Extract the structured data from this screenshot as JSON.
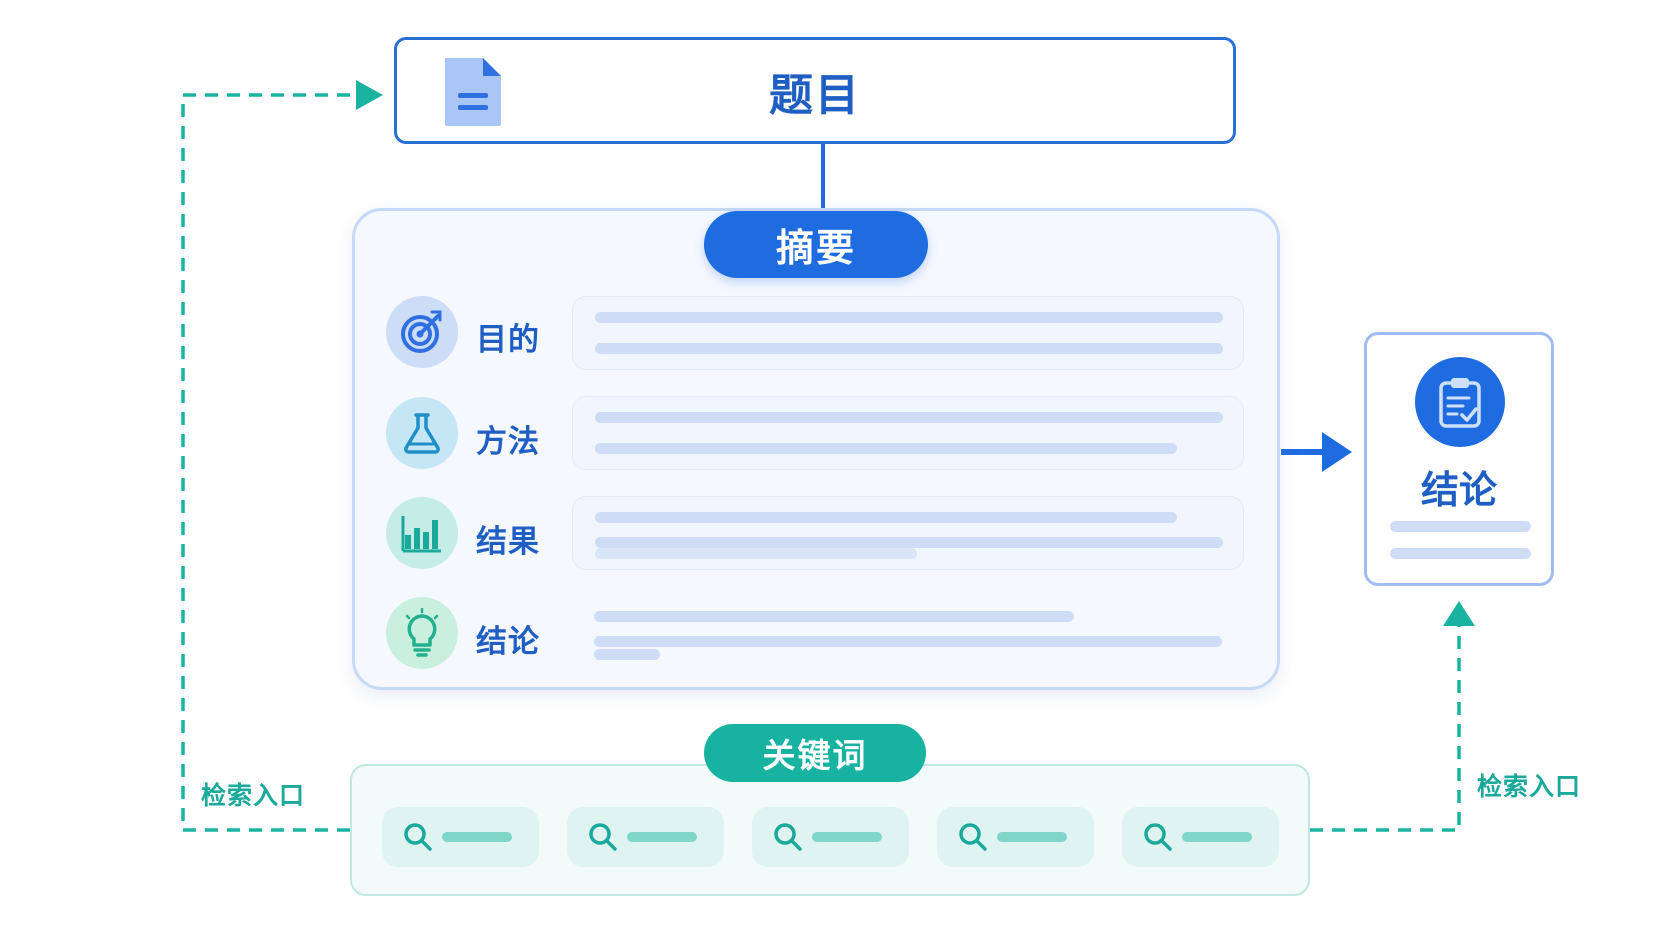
{
  "title": {
    "text": "题目",
    "icon": "document-icon"
  },
  "abstract": {
    "label": "摘要",
    "rows": [
      {
        "label": "目的",
        "icon": "target-icon"
      },
      {
        "label": "方法",
        "icon": "flask-icon"
      },
      {
        "label": "结果",
        "icon": "bar-chart-icon"
      },
      {
        "label": "结论",
        "icon": "lightbulb-icon"
      }
    ]
  },
  "conclusion": {
    "label": "结论",
    "icon": "clipboard-check-icon"
  },
  "keywords": {
    "label": "关键词",
    "chips": [
      {
        "icon": "search-icon"
      },
      {
        "icon": "search-icon"
      },
      {
        "icon": "search-icon"
      },
      {
        "icon": "search-icon"
      },
      {
        "icon": "search-icon"
      }
    ]
  },
  "connectors": {
    "left_label": "检索入口",
    "right_label": "检索入口"
  },
  "colors": {
    "primary_blue": "#1f6be0",
    "teal": "#18b3a0",
    "light_blue": "#cfdcf6"
  }
}
